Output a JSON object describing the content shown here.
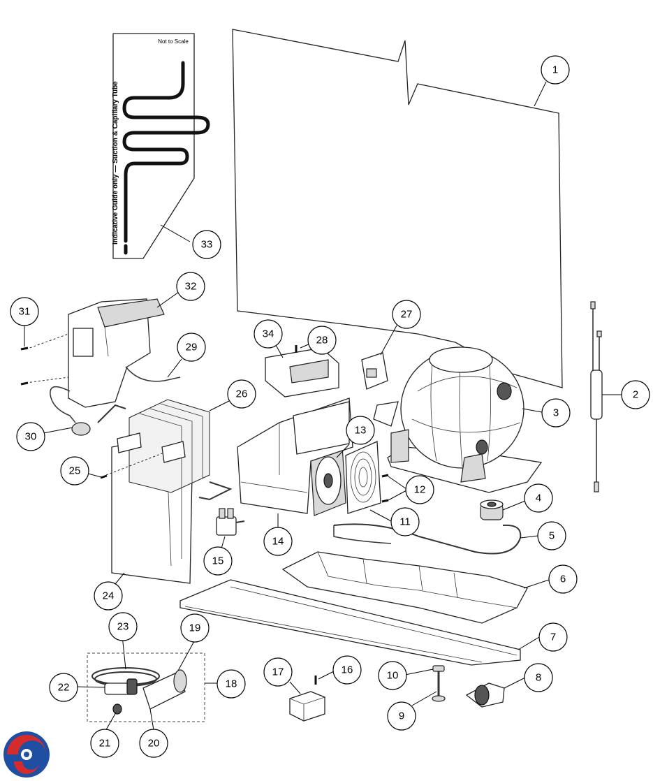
{
  "inset": {
    "scale_note": "Not to Scale",
    "vertical_label": "Indicative Guide only  —  Suction & Capillary Tube"
  },
  "callouts": [
    {
      "n": "1",
      "part": "cabinet-panel"
    },
    {
      "n": "2",
      "part": "thermostat-probe"
    },
    {
      "n": "3",
      "part": "compressor"
    },
    {
      "n": "4",
      "part": "grommet"
    },
    {
      "n": "5",
      "part": "wire-loop"
    },
    {
      "n": "6",
      "part": "drip-tray"
    },
    {
      "n": "7",
      "part": "base-rail"
    },
    {
      "n": "8",
      "part": "castor-wheel"
    },
    {
      "n": "9",
      "part": "leveling-foot"
    },
    {
      "n": "10",
      "part": "foot-nut"
    },
    {
      "n": "11",
      "part": "fan-guard"
    },
    {
      "n": "12",
      "part": "screws"
    },
    {
      "n": "13",
      "part": "fan"
    },
    {
      "n": "14",
      "part": "fan-bracket"
    },
    {
      "n": "15",
      "part": "solenoid-valve"
    },
    {
      "n": "16",
      "part": "screw"
    },
    {
      "n": "17",
      "part": "bracket"
    },
    {
      "n": "18",
      "part": "drain-kit"
    },
    {
      "n": "19",
      "part": "hose-end"
    },
    {
      "n": "20",
      "part": "hose"
    },
    {
      "n": "21",
      "part": "hose-clip"
    },
    {
      "n": "22",
      "part": "connector"
    },
    {
      "n": "23",
      "part": "tubing"
    },
    {
      "n": "24",
      "part": "side-cover"
    },
    {
      "n": "25",
      "part": "screw"
    },
    {
      "n": "26",
      "part": "condenser"
    },
    {
      "n": "27",
      "part": "relay"
    },
    {
      "n": "28",
      "part": "screw"
    },
    {
      "n": "29",
      "part": "wiring"
    },
    {
      "n": "30",
      "part": "sensor"
    },
    {
      "n": "31",
      "part": "screws"
    },
    {
      "n": "32",
      "part": "control-box"
    },
    {
      "n": "33",
      "part": "capillary-tube"
    },
    {
      "n": "34",
      "part": "terminal-cover"
    }
  ],
  "colors": {
    "logo_red": "#d62b2b",
    "logo_blue": "#1e4fa3"
  }
}
